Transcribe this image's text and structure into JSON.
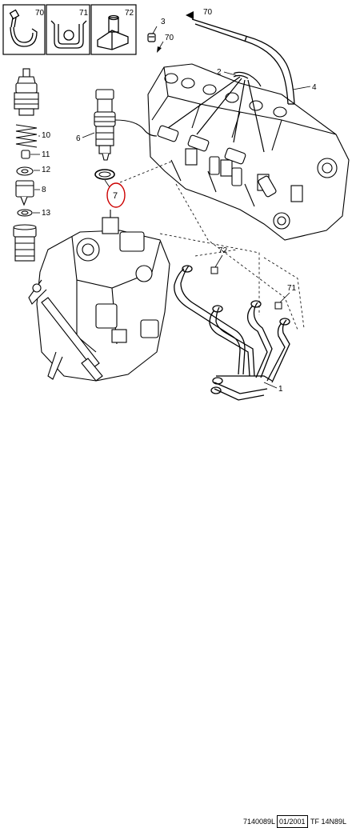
{
  "callouts": {
    "c70_box": "70",
    "c71_box": "71",
    "c72_box": "72",
    "c3": "3",
    "c70_top": "70",
    "c70_mid": "70",
    "c2": "2",
    "c4": "4",
    "c6": "6",
    "c7": "7",
    "c10": "10",
    "c11": "11",
    "c12": "12",
    "c8": "8",
    "c13": "13",
    "c72_low": "72",
    "c71_low": "71",
    "c1": "1"
  },
  "footer": {
    "ref": "7140089L",
    "date": "01/2001",
    "code": "TF 14N89L"
  },
  "colors": {
    "line": "#000000",
    "highlight": "#cc0000",
    "fill": "#ffffff"
  }
}
